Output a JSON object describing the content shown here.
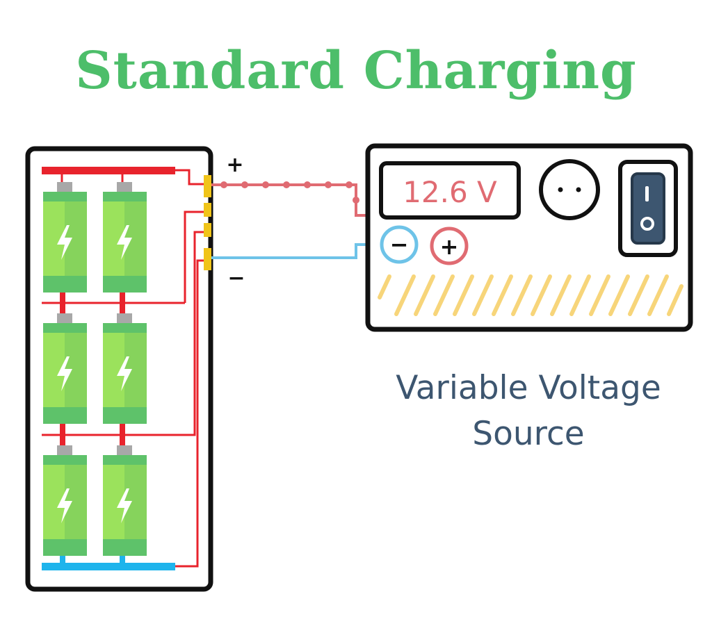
{
  "title": "Standard Charging",
  "source": {
    "label_line1": "Variable Voltage",
    "label_line2": "Source",
    "display_value": "12.6 V",
    "terminal_negative": "−",
    "terminal_positive": "+"
  },
  "pack": {
    "positive_label": "+",
    "negative_label": "−"
  },
  "colors": {
    "title": "#4dbe6a",
    "positive_wire": "#e06b72",
    "negative_wire": "#6ec3e8",
    "bus_positive": "#e8232c",
    "bus_negative": "#1eb4ec",
    "cell_green": "#7ed957",
    "label": "#3d5670",
    "hatch": "#f7d57a"
  }
}
